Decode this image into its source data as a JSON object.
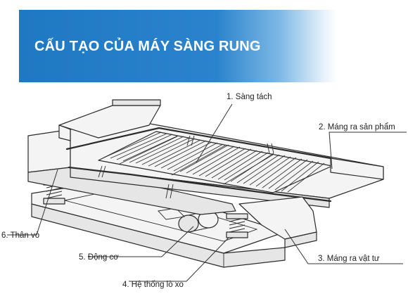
{
  "banner": {
    "title": "CẤU TẠO CỦA MÁY SÀNG RUNG"
  },
  "labels": {
    "sang_tach": "1. Sàng tách",
    "mang_ra_san_pham": "2. Máng ra sản phẩm",
    "mang_ra_vat_tu": "3. Máng ra vật tư",
    "he_thong_lo_xo": "4. Hệ thống lò xo",
    "dong_co": "5. Động cơ",
    "than_vo": "6. Thân vỏ"
  },
  "colors": {
    "banner_blue": "#1f78c2",
    "line": "#2b2b2b",
    "text": "#222222"
  }
}
